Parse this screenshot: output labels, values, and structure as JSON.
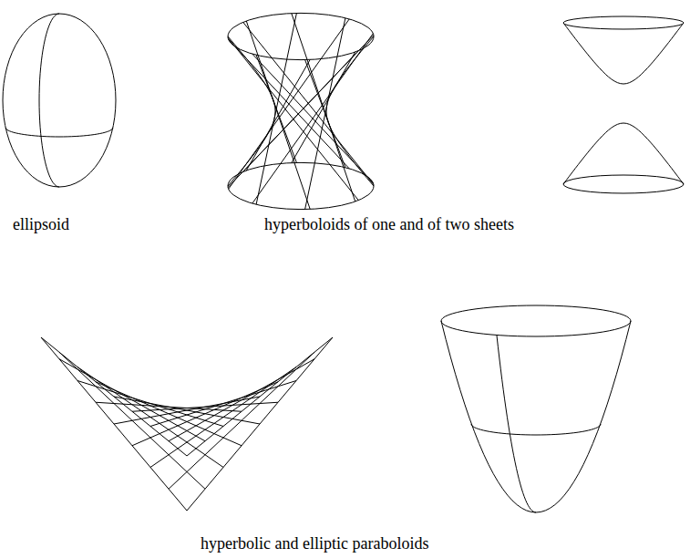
{
  "diagram": {
    "labels": [
      "ellipsoid",
      "hyperboloids of one and of two sheets",
      "hyperbolic and elliptic paraboloids"
    ]
  }
}
